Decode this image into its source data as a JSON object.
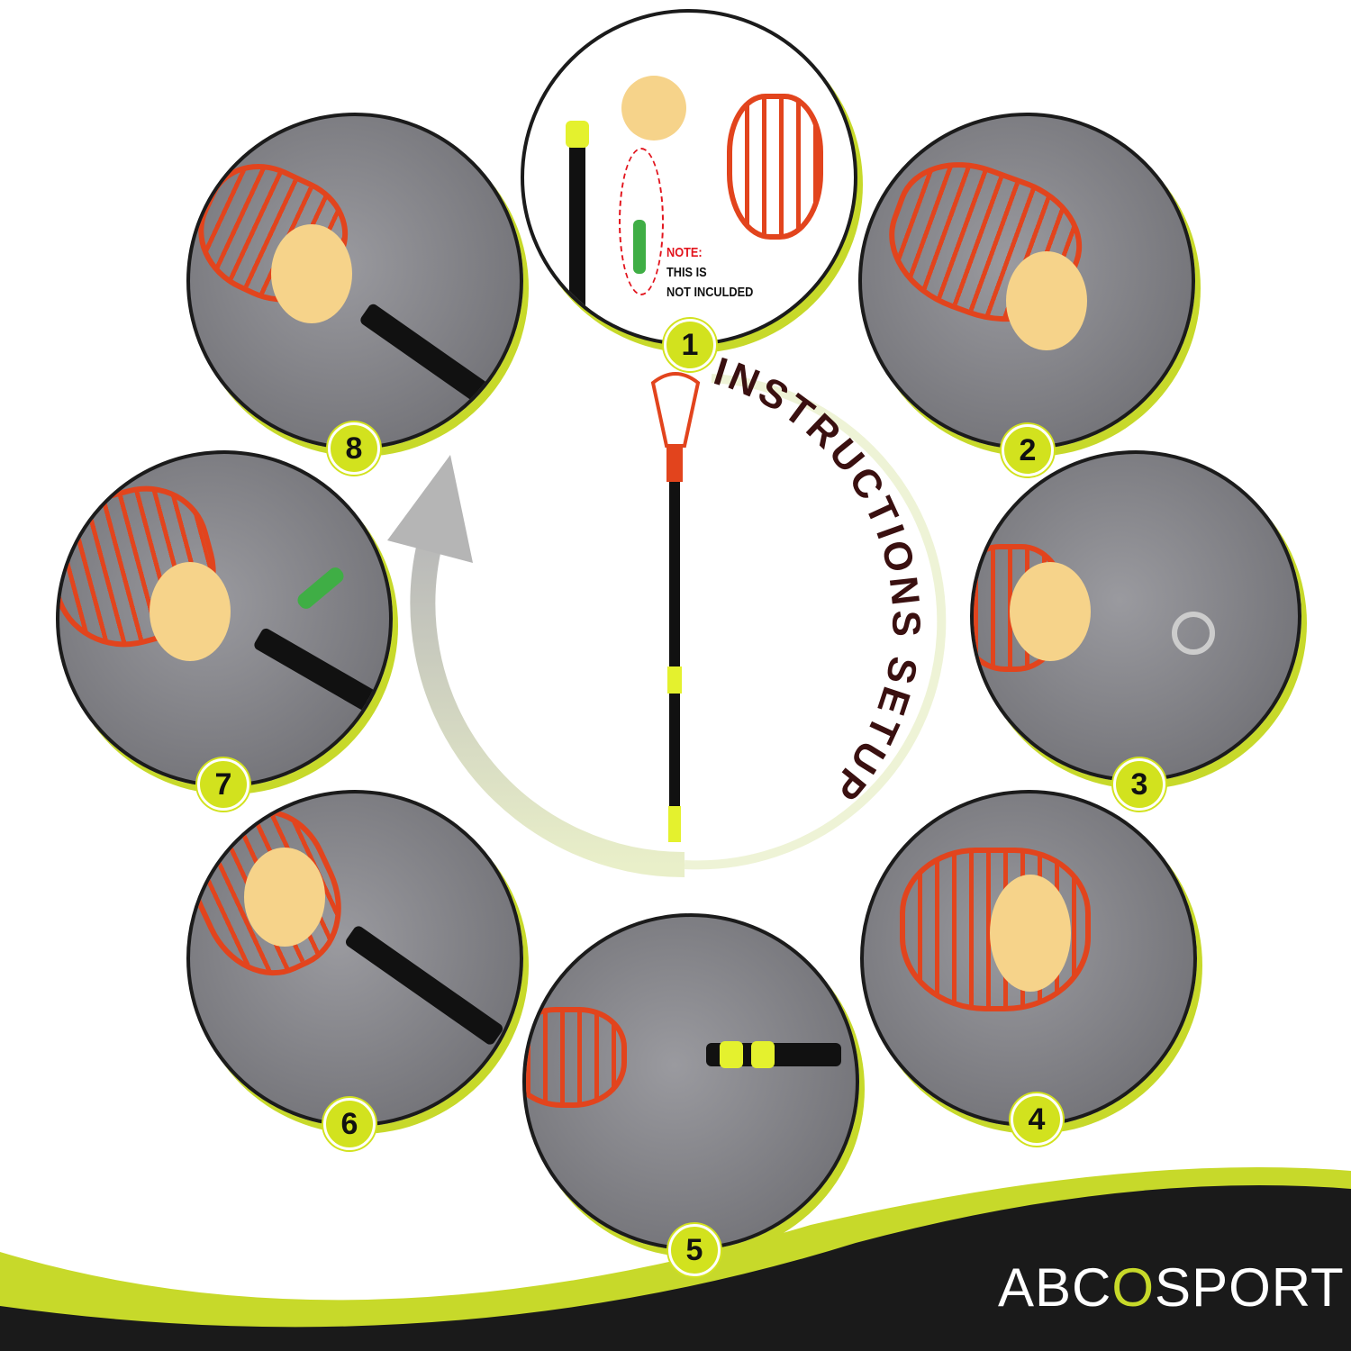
{
  "title": "INSTRUCTIONS SETUP",
  "note": {
    "label": "NOTE:",
    "line1": "THIS IS",
    "line2": "NOT INCULDED"
  },
  "steps": [
    "1",
    "2",
    "3",
    "4",
    "5",
    "6",
    "7",
    "8"
  ],
  "brand": {
    "prefix": "ABC",
    "o": "O",
    "suffix": "SPORT"
  },
  "colors": {
    "accent": "#c7d92a",
    "cage": "#e2441d",
    "title": "#3a1010",
    "dark": "#1b1b1b"
  }
}
